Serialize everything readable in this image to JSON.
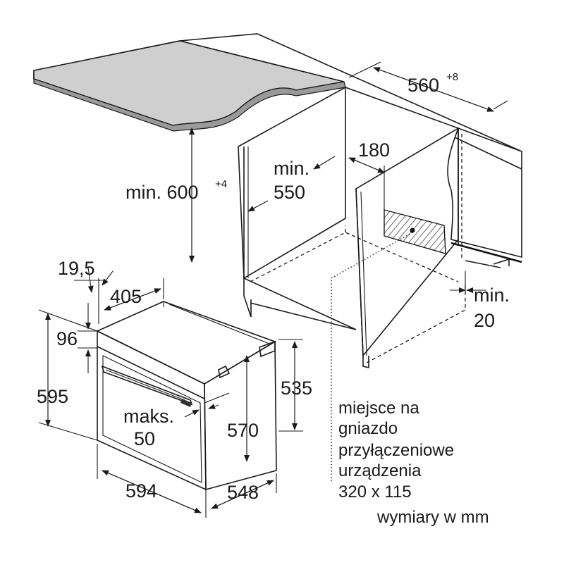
{
  "dimensions": {
    "cabinet_width": "560",
    "cabinet_width_tolerance": "+8",
    "niche_height_prefix": "min. 600",
    "niche_height_tolerance": "+4",
    "depth_min_label": "min.",
    "depth_min_value": "550",
    "socket_offset": "180",
    "side_gap_label": "min.",
    "side_gap_value": "20",
    "front_offset": "19,5",
    "top_depth": "405",
    "panel_height": "96",
    "oven_height": "595",
    "handle_label": "maks.",
    "handle_value": "50",
    "inner_height": "570",
    "body_height": "535",
    "oven_width": "594",
    "oven_depth": "548"
  },
  "notes": {
    "socket_lines": [
      "miejsce na",
      "gniazdo",
      "przyłączeniowe",
      "urządzenia",
      "320 x 115"
    ],
    "units": "wymiary w mm"
  },
  "colors": {
    "countertop": "#c9c9c9",
    "hatch": "#555555",
    "cabinet_side": "#dedede"
  }
}
